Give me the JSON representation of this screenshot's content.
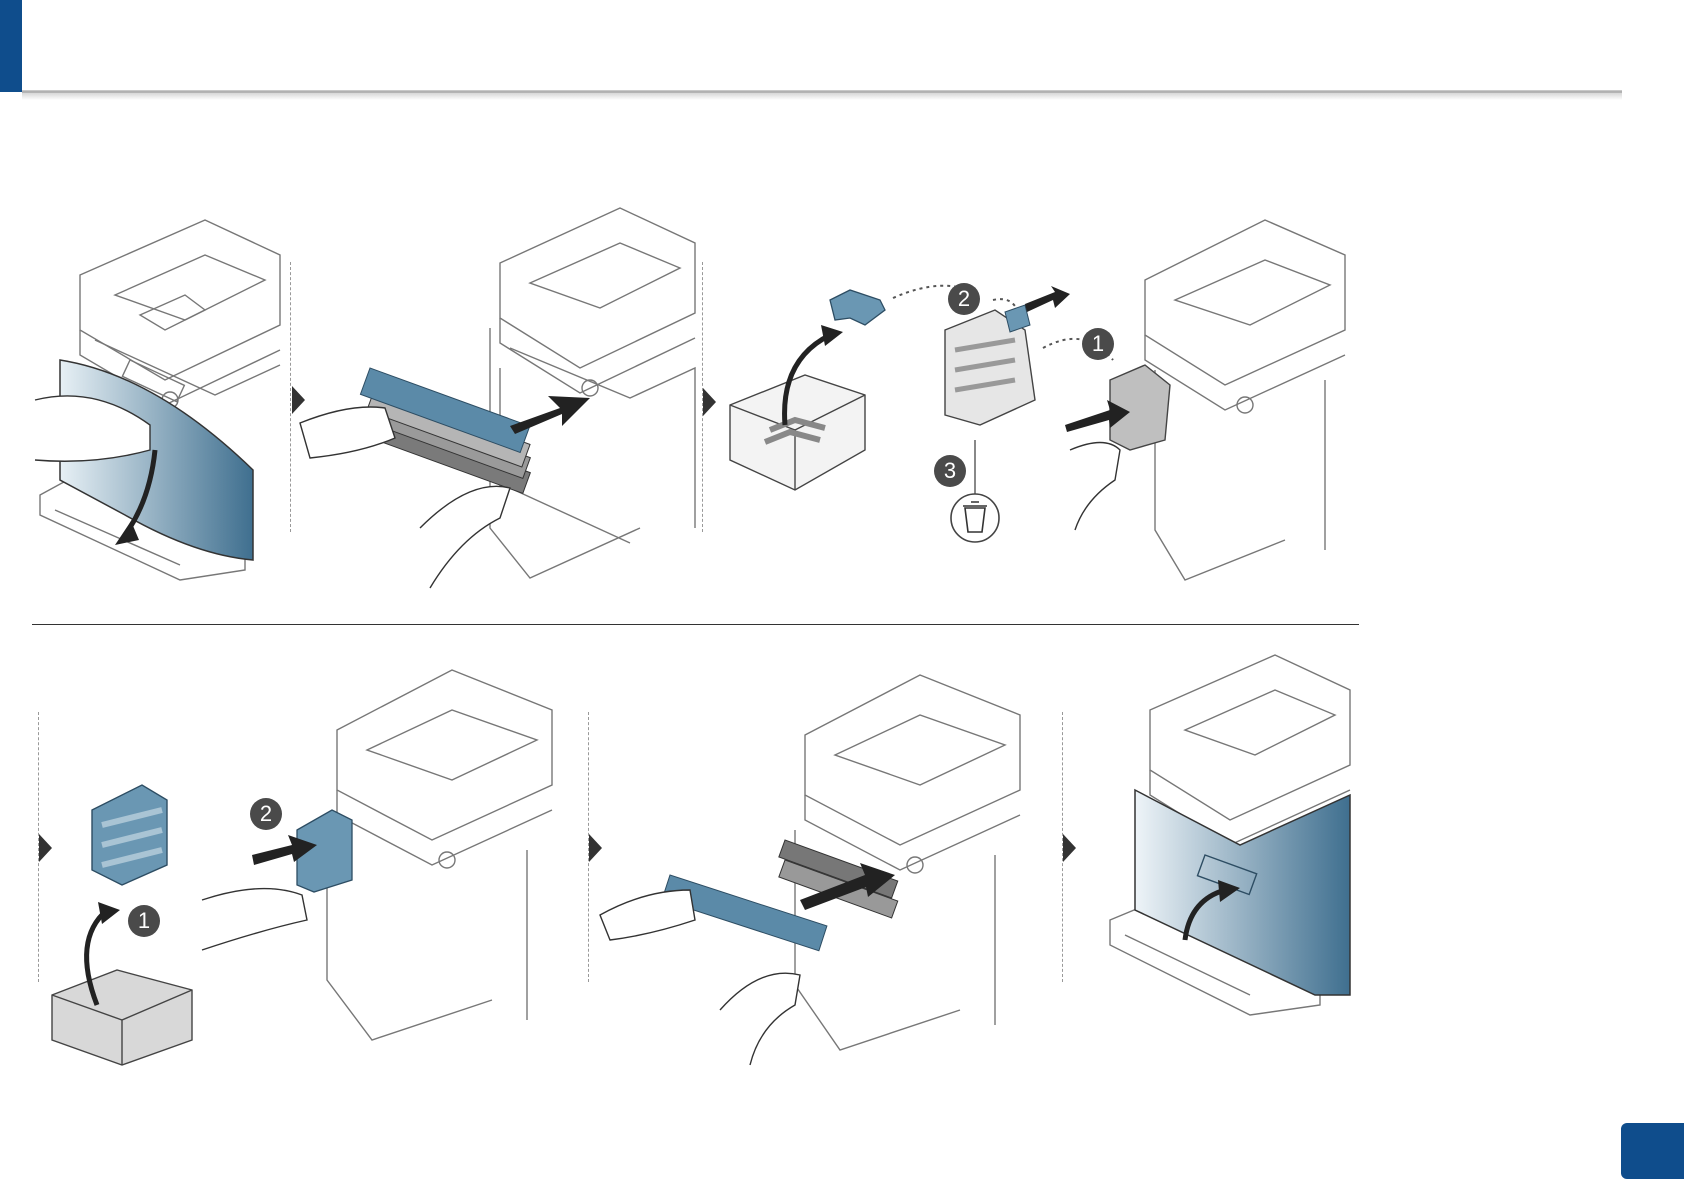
{
  "header": {
    "accent_color": "#0f4d8c"
  },
  "steps": {
    "top_row": [
      {
        "id": "open-front-cover",
        "description_icon": "hand-open-door"
      },
      {
        "id": "remove-toner-cartridges",
        "description_icon": "hand-pull-cartridge"
      },
      {
        "id": "replace-waste-toner-container",
        "callouts": [
          "1",
          "2",
          "3"
        ],
        "icons": [
          "trash-icon",
          "box-icon"
        ]
      }
    ],
    "bottom_row": [
      {
        "id": "insert-new-waste-container",
        "callouts": [
          "1",
          "2"
        ]
      },
      {
        "id": "insert-toner-cartridges"
      },
      {
        "id": "close-front-cover"
      }
    ]
  },
  "colors": {
    "toner_blue": "#4f7f9f",
    "toner_blue_light": "#cfe0ea",
    "line_art": "#555555",
    "badge": "#0f4d8c"
  }
}
